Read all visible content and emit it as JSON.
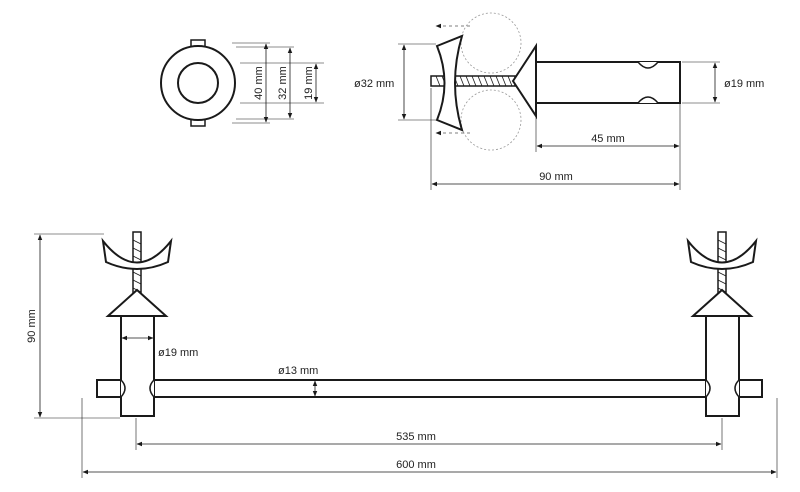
{
  "dimensions": {
    "top_view": {
      "outer": "40 mm",
      "mid": "32 mm",
      "inner": "19 mm"
    },
    "side_view": {
      "bracket_diameter": "ø32 mm",
      "post_diameter": "ø19 mm",
      "post_length": "45 mm",
      "total_length": "90 mm"
    },
    "front_view": {
      "height": "90 mm",
      "post_diameter": "ø19 mm",
      "bar_diameter": "ø13 mm",
      "inner_span": "535 mm",
      "overall_width": "600 mm"
    }
  }
}
